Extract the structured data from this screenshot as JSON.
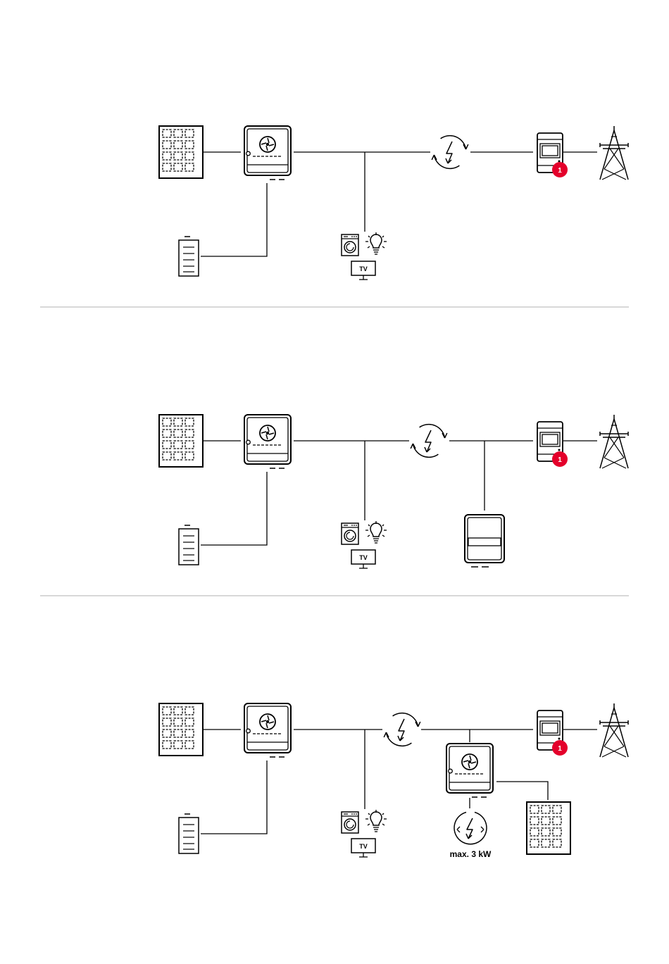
{
  "colors": {
    "stroke": "#000000",
    "divider": "#cccccc",
    "badge": "#e4002b",
    "background": "#ffffff"
  },
  "labels": {
    "tv": "TV",
    "meter_badge": "1",
    "power_limit": "max. 3 kW"
  },
  "diagrams": [
    {
      "id": "variant-1",
      "components": [
        "pv-module-icon",
        "hybrid-inverter-icon",
        "battery-icon",
        "household-loads-icon",
        "grid-switch-icon",
        "energy-meter-icon",
        "power-pylon-icon"
      ]
    },
    {
      "id": "variant-2",
      "components": [
        "pv-module-icon",
        "hybrid-inverter-icon",
        "battery-icon",
        "household-loads-icon",
        "grid-switch-icon",
        "second-inverter-icon",
        "energy-meter-icon",
        "power-pylon-icon"
      ]
    },
    {
      "id": "variant-3",
      "components": [
        "pv-module-icon",
        "hybrid-inverter-icon",
        "battery-icon",
        "household-loads-icon",
        "grid-switch-icon",
        "second-inverter-icon",
        "limited-feed-icon",
        "second-pv-module-icon",
        "energy-meter-icon",
        "power-pylon-icon"
      ]
    }
  ]
}
